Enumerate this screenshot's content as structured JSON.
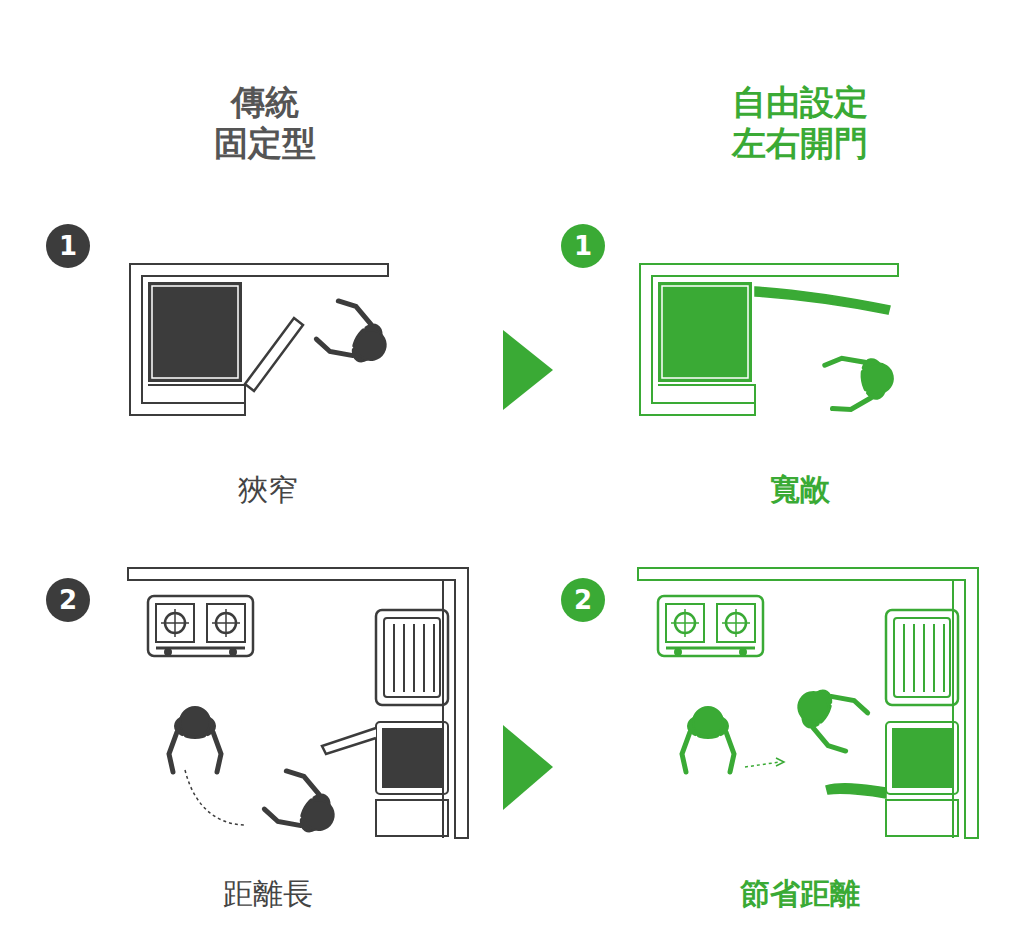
{
  "diagram": {
    "nodes": [
      {
        "text": [
          "1"
        ]
      },
      {
        "text": [
          "1"
        ]
      },
      {
        "text": [
          "2"
        ]
      },
      {
        "text": [
          "2"
        ]
      }
    ],
    "labels": [
      "傳統 固定型",
      "自由設定 左右開門",
      "狹窄",
      "寬敞",
      "距離長",
      "節省距離"
    ]
  }
}
